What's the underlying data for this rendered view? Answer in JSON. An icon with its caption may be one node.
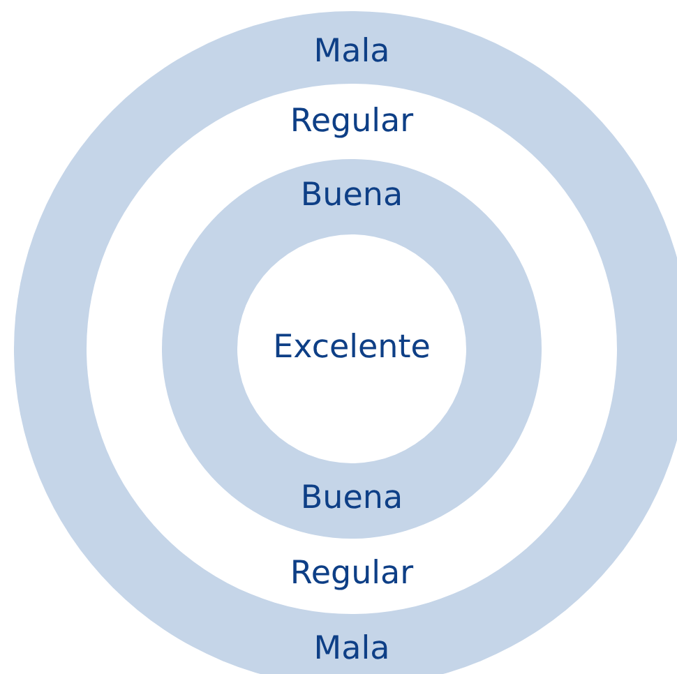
{
  "diagram": {
    "nodes": [
      {
        "text": [
          "Mala",
          "Mala"
        ]
      },
      {
        "text": [
          "Regular",
          "Regular"
        ],
        "in": 0
      },
      {
        "text": [
          "Buena",
          "Buena"
        ],
        "in": 1
      },
      {
        "text": [
          "Excelente"
        ],
        "in": 2
      }
    ]
  }
}
